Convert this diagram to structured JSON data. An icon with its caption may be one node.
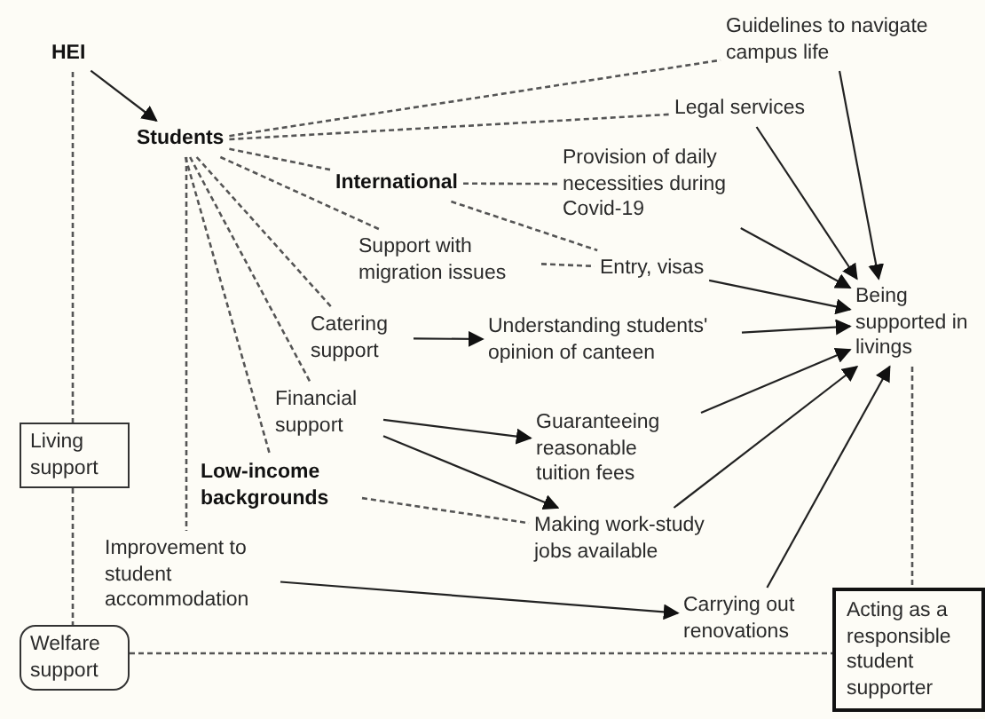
{
  "diagram": {
    "nodes": [
      {
        "text": [
          "HEI"
        ]
      },
      {
        "text": [
          "Students"
        ]
      },
      {
        "text": [
          "Guidelines to navigate campus life"
        ]
      },
      {
        "text": [
          "Legal services"
        ]
      },
      {
        "text": [
          "International"
        ]
      },
      {
        "text": [
          "Provision of daily necessities during Covid-19"
        ]
      },
      {
        "text": [
          "Support with migration issues"
        ]
      },
      {
        "text": [
          "Entry, visas"
        ]
      },
      {
        "text": [
          "Catering support"
        ]
      },
      {
        "text": [
          "Understanding students' opinion of canteen"
        ]
      },
      {
        "text": [
          "Being supported in livings"
        ]
      },
      {
        "text": [
          "Financial support"
        ]
      },
      {
        "text": [
          "Living support"
        ]
      },
      {
        "text": [
          "Low-income backgrounds"
        ]
      },
      {
        "text": [
          "Guaranteeing reasonable tuition fees"
        ]
      },
      {
        "text": [
          "Making work-study jobs available"
        ]
      },
      {
        "text": [
          "Improvement to student accommodation"
        ]
      },
      {
        "text": [
          "Carrying out renovations"
        ]
      },
      {
        "text": [
          "Welfare support"
        ]
      },
      {
        "text": [
          "Acting as a responsible student supporter"
        ]
      }
    ],
    "edges": [
      {
        "from": 0,
        "to": 1,
        "arrow": "to"
      },
      {
        "from": 0,
        "to": 12,
        "arrow": "none",
        "style": "dashed"
      },
      {
        "from": 12,
        "to": 18,
        "arrow": "none",
        "style": "dashed"
      },
      {
        "from": 1,
        "to": 2,
        "arrow": "none",
        "style": "dashed"
      },
      {
        "from": 1,
        "to": 3,
        "arrow": "none",
        "style": "dashed"
      },
      {
        "from": 1,
        "to": 4,
        "arrow": "none",
        "style": "dashed"
      },
      {
        "from": 1,
        "to": 6,
        "arrow": "none",
        "style": "dashed"
      },
      {
        "from": 1,
        "to": 8,
        "arrow": "none",
        "style": "dashed"
      },
      {
        "from": 1,
        "to": 11,
        "arrow": "none",
        "style": "dashed"
      },
      {
        "from": 1,
        "to": 13,
        "arrow": "none",
        "style": "dashed"
      },
      {
        "from": 1,
        "to": 16,
        "arrow": "none",
        "style": "dashed"
      },
      {
        "from": 4,
        "to": 5,
        "arrow": "none",
        "style": "dashed"
      },
      {
        "from": 4,
        "to": 7,
        "arrow": "none",
        "style": "dashed"
      },
      {
        "from": 6,
        "to": 7,
        "arrow": "none",
        "style": "dashed"
      },
      {
        "from": 13,
        "to": 15,
        "arrow": "none",
        "style": "dashed"
      },
      {
        "from": 8,
        "to": 9,
        "arrow": "to"
      },
      {
        "from": 11,
        "to": 14,
        "arrow": "to"
      },
      {
        "from": 11,
        "to": 15,
        "arrow": "to"
      },
      {
        "from": 16,
        "to": 17,
        "arrow": "to"
      },
      {
        "from": 2,
        "to": 10,
        "arrow": "to"
      },
      {
        "from": 3,
        "to": 10,
        "arrow": "to"
      },
      {
        "from": 5,
        "to": 10,
        "arrow": "to"
      },
      {
        "from": 7,
        "to": 10,
        "arrow": "to"
      },
      {
        "from": 9,
        "to": 10,
        "arrow": "to"
      },
      {
        "from": 14,
        "to": 10,
        "arrow": "to"
      },
      {
        "from": 15,
        "to": 10,
        "arrow": "to"
      },
      {
        "from": 17,
        "to": 10,
        "arrow": "to"
      },
      {
        "from": 10,
        "to": 19,
        "arrow": "none",
        "style": "dashed"
      },
      {
        "from": 18,
        "to": 19,
        "arrow": "none",
        "style": "dashed"
      }
    ]
  }
}
